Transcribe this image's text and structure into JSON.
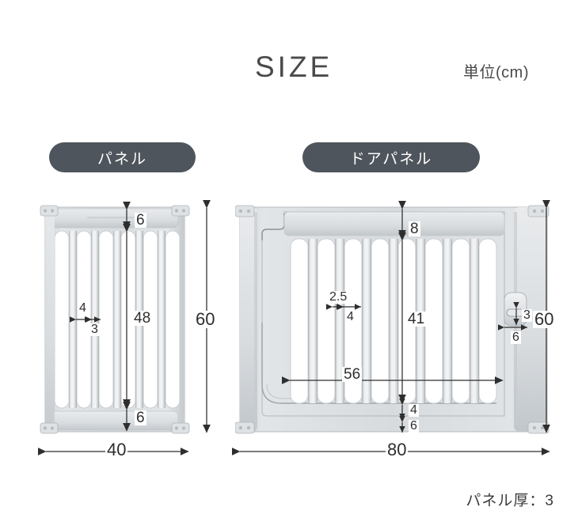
{
  "header": {
    "title": "SIZE",
    "unit_note": "単位(cm)"
  },
  "sections": [
    {
      "id": "panel",
      "badge_label": "パネル",
      "slot_count": 6,
      "dimensions": {
        "top_gap": "6",
        "slot_height": "48",
        "bottom_gap": "6",
        "total_height": "60",
        "total_width": "40",
        "slot_width": "4",
        "rib_width": "3"
      }
    },
    {
      "id": "door-panel",
      "badge_label": "ドアパネル",
      "slot_count": 8,
      "dimensions": {
        "top_gap": "8",
        "slot_height": "41",
        "door_bottom_gap": "4",
        "bottom_gap": "6",
        "door_width": "56",
        "total_width": "80",
        "total_height": "60",
        "rib_width": "2.5",
        "slot_width": "4",
        "latch_height": "3",
        "latch_width": "6"
      }
    }
  ],
  "footer": {
    "thickness_note": "パネル厚：3"
  },
  "colors": {
    "badge_bg": "#4e555c",
    "badge_text": "#ffffff",
    "dimension_line": "#2e2e2e",
    "panel_light": "#e8eaec",
    "panel_mid": "#d2d6d9",
    "panel_dark": "#b9bec2",
    "page_bg": "#ffffff"
  }
}
